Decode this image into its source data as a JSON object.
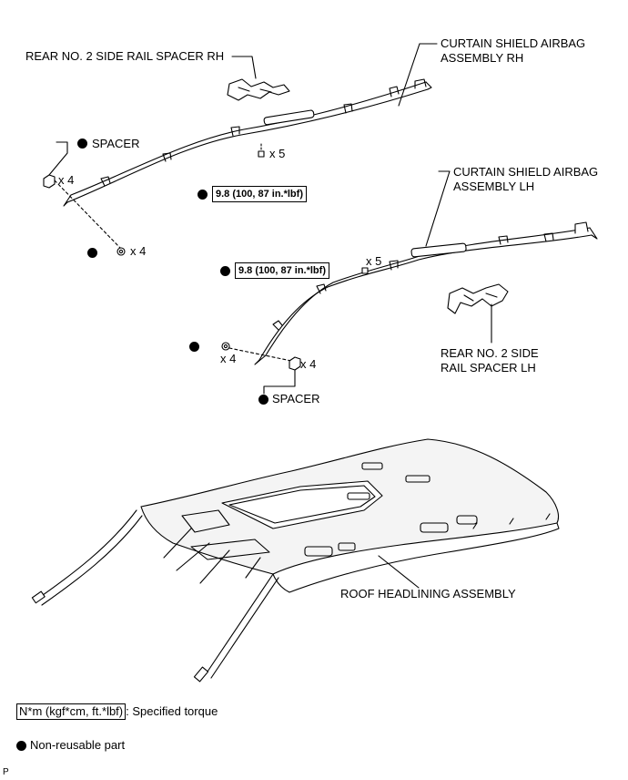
{
  "labels": {
    "rear_spacer_rh": "REAR NO. 2 SIDE RAIL SPACER RH",
    "airbag_rh_line1": "CURTAIN SHIELD AIRBAG",
    "airbag_rh_line2": "ASSEMBLY RH",
    "airbag_lh_line1": "CURTAIN SHIELD AIRBAG",
    "airbag_lh_line2": "ASSEMBLY LH",
    "rear_spacer_lh_line1": "REAR NO. 2 SIDE",
    "rear_spacer_lh_line2": "RAIL SPACER LH",
    "spacer_top": "SPACER",
    "spacer_bottom": "SPACER",
    "headlining": "ROOF HEADLINING ASSEMBLY"
  },
  "quantities": {
    "rh_bolts": "x 5",
    "rh_spacer": "x 4",
    "rh_nuts": "x 4",
    "lh_bolts": "x 5",
    "lh_nuts": "x 4",
    "lh_spacer": "x 4"
  },
  "torque": {
    "rh": "9.8 (100, 87 in.*lbf)",
    "lh": "9.8 (100, 87 in.*lbf)"
  },
  "legend": {
    "torque_box": "N*m (kgf*cm, ft.*lbf)",
    "torque_text": ": Specified torque",
    "nonreusable_text": "Non-reusable part"
  },
  "corner_code": "P",
  "colors": {
    "line": "#000000",
    "fill": "#ffffff",
    "shade": "#e6e6e6"
  }
}
